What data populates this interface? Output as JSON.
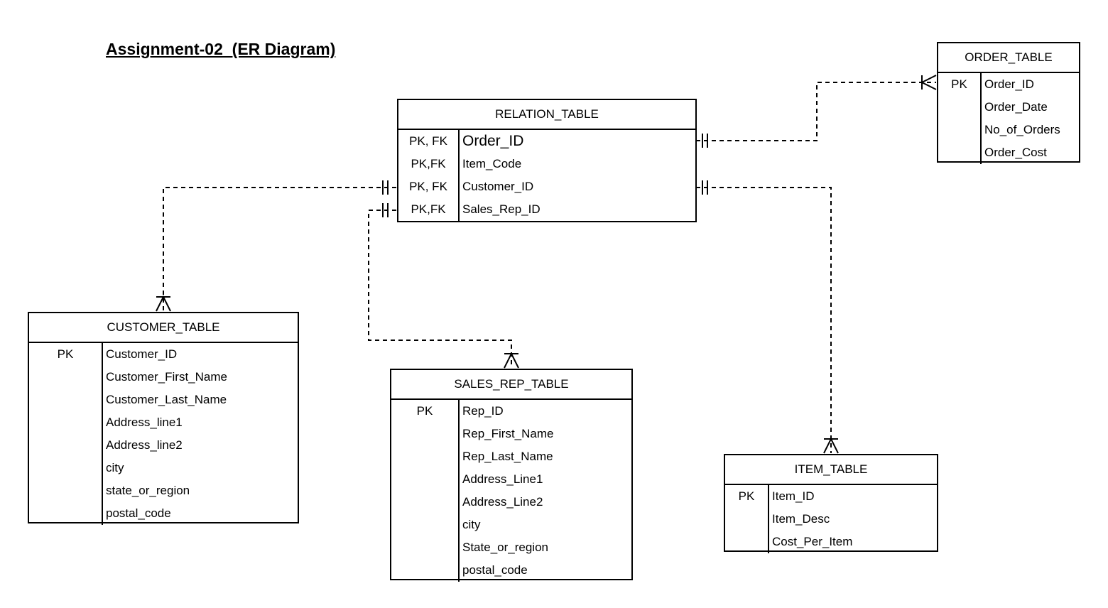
{
  "title": "Assignment-02  (ER Diagram)",
  "entities": {
    "relation": {
      "name": "RELATION_TABLE",
      "keys": [
        "PK, FK",
        "PK,FK",
        "PK, FK",
        "PK,FK"
      ],
      "attrs": [
        "Order_ID",
        "Item_Code",
        "Customer_ID",
        "Sales_Rep_ID"
      ]
    },
    "order": {
      "name": "ORDER_TABLE",
      "keys": [
        "PK",
        "",
        "",
        ""
      ],
      "attrs": [
        "Order_ID",
        "Order_Date",
        "No_of_Orders",
        "Order_Cost"
      ]
    },
    "customer": {
      "name": "CUSTOMER_TABLE",
      "keys": [
        "PK",
        "",
        "",
        "",
        "",
        "",
        "",
        ""
      ],
      "attrs": [
        "Customer_ID",
        "Customer_First_Name",
        "Customer_Last_Name",
        "Address_line1",
        "Address_line2",
        "city",
        "state_or_region",
        "postal_code"
      ]
    },
    "sales_rep": {
      "name": "SALES_REP_TABLE",
      "keys": [
        "PK",
        "",
        "",
        "",
        "",
        "",
        "",
        ""
      ],
      "attrs": [
        "Rep_ID",
        "Rep_First_Name",
        "Rep_Last_Name",
        "Address_Line1",
        "Address_Line2",
        "city",
        "State_or_region",
        "postal_code"
      ]
    },
    "item": {
      "name": "ITEM_TABLE",
      "keys": [
        "PK",
        "",
        ""
      ],
      "attrs": [
        "Item_ID",
        "Item_Desc",
        "Cost_Per_Item"
      ]
    }
  },
  "relationships": [
    {
      "from": "relation",
      "to": "order",
      "from_end": "one-and-only-one",
      "to_end": "one-or-many",
      "line": "dashed"
    },
    {
      "from": "relation",
      "to": "customer",
      "from_end": "one-and-only-one",
      "to_end": "one-or-many",
      "line": "dashed"
    },
    {
      "from": "relation",
      "to": "sales_rep",
      "from_end": "one-and-only-one",
      "to_end": "one-or-many",
      "line": "dashed"
    },
    {
      "from": "relation",
      "to": "item",
      "from_end": "one-and-only-one",
      "to_end": "one-or-many",
      "line": "dashed"
    }
  ]
}
